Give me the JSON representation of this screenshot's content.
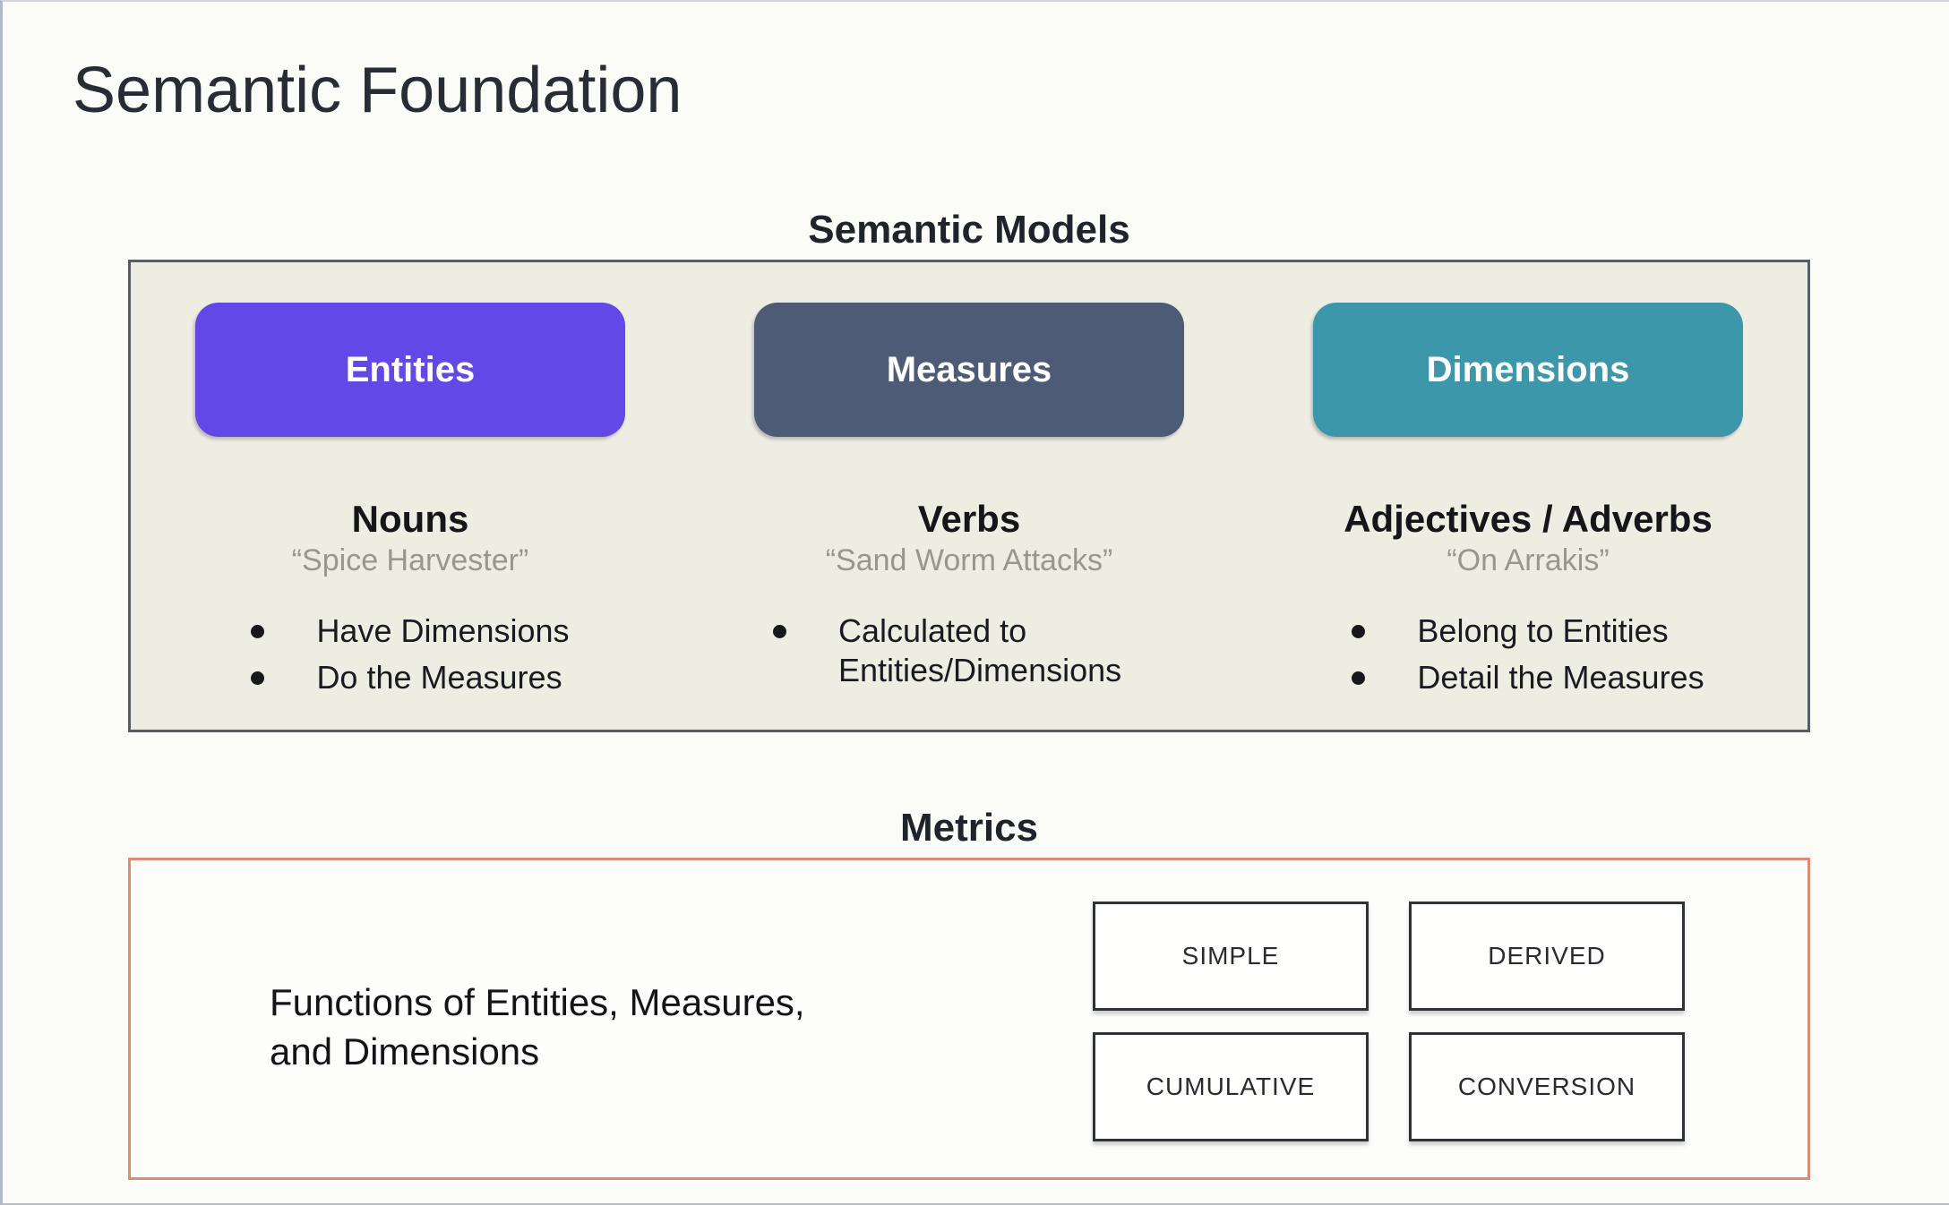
{
  "slide": {
    "title": "Semantic Foundation"
  },
  "semantic_models": {
    "heading": "Semantic Models",
    "panel_background": "#EEEDE2",
    "panel_border": "#585D63",
    "columns": [
      {
        "button": "Entities",
        "color": "#6348E8",
        "role": "Nouns",
        "example": "“Spice Harvester”",
        "bullets": [
          "Have Dimensions",
          "Do the Measures"
        ]
      },
      {
        "button": "Measures",
        "color": "#4D5B76",
        "role": "Verbs",
        "example": "“Sand Worm Attacks”",
        "bullets": [
          "Calculated to Entities/Dimensions"
        ]
      },
      {
        "button": "Dimensions",
        "color": "#3B97A9",
        "role": "Adjectives / Adverbs",
        "example": "“On Arrakis”",
        "bullets": [
          "Belong to Entities",
          "Detail the Measures"
        ]
      }
    ]
  },
  "metrics": {
    "heading": "Metrics",
    "border_color": "#DC8C72",
    "description": "Functions of Entities, Measures,\nand Dimensions",
    "types": [
      "SIMPLE",
      "DERIVED",
      "CUMULATIVE",
      "CONVERSION"
    ]
  }
}
